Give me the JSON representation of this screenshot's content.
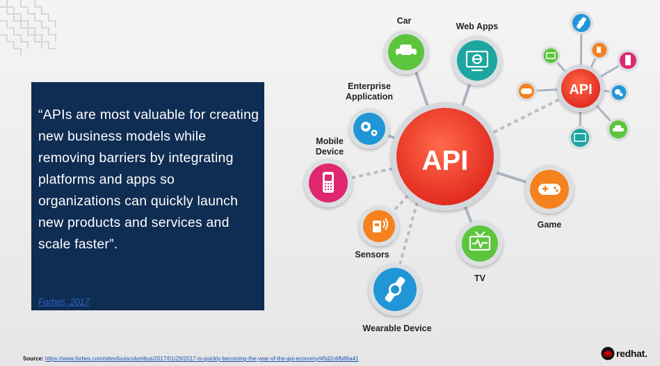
{
  "quote": {
    "text": "“APIs are most valuable for creating new business models while removing barriers by integrating platforms and apps so organizations can quickly launch new products and services and scale faster”.",
    "citation": "Forbes, 2017"
  },
  "diagram": {
    "center": "API",
    "nodes": [
      {
        "label": "Car",
        "icon": "car-icon",
        "color": "#5cc53c"
      },
      {
        "label": "Web Apps",
        "icon": "web-apps-icon",
        "color": "#1ba6a0"
      },
      {
        "label": "Enterprise Application",
        "icon": "gears-icon",
        "color": "#2196d6"
      },
      {
        "label": "Mobile Device",
        "icon": "mobile-phone-icon",
        "color": "#e0266e"
      },
      {
        "label": "Game",
        "icon": "gamepad-icon",
        "color": "#f5821f"
      },
      {
        "label": "Sensors",
        "icon": "sensor-icon",
        "color": "#f5821f"
      },
      {
        "label": "TV",
        "icon": "tv-icon",
        "color": "#5cc53c"
      },
      {
        "label": "Wearable Device",
        "icon": "watch-icon",
        "color": "#2196d6"
      }
    ],
    "secondary_center": "API"
  },
  "source": {
    "label": "Source:",
    "url": "https://www.forbes.com/sites/louiscolumbus/2017/01/29/2017-is-quickly-becoming-the-year-of-the-api-economy/#5d2c6fb86a41"
  },
  "logo": {
    "text": "redhat."
  },
  "colors": {
    "quote_bg": "#0f2d52",
    "api_red": "#ee3b2a",
    "brand_red": "#cc0000"
  }
}
